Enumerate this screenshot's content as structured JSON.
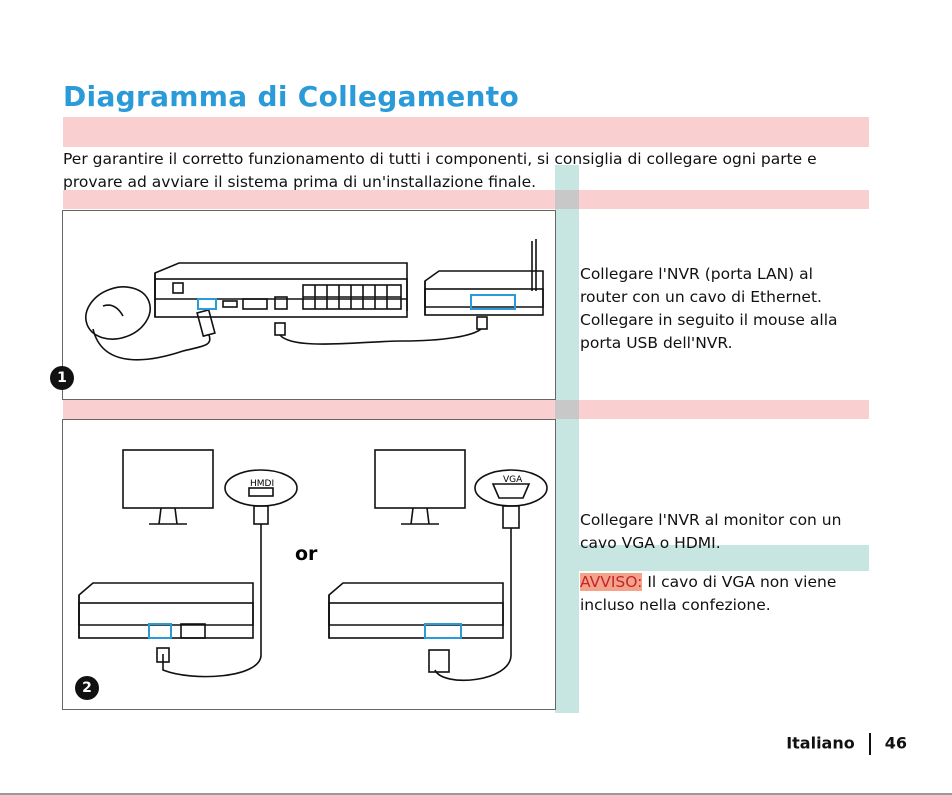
{
  "title": "Diagramma di Collegamento",
  "intro": "Per garantire il corretto funzionamento di tutti i componenti, si consiglia di collegare ogni parte e provare ad avviare il sistema prima di un'installazione finale.",
  "steps": [
    {
      "number": "1",
      "text": "Collegare l'NVR (porta LAN) al router con un cavo di Ethernet. Collegare in seguito il mouse alla porta USB dell'NVR."
    },
    {
      "number": "2",
      "text": "Collegare l'NVR al monitor con un cavo VGA o HDMI.",
      "warning_label": "AVVISO:",
      "warning_text": " Il cavo di VGA non viene incluso nella confezione."
    }
  ],
  "diagram_labels": {
    "hdmi": "HMDI",
    "vga": "VGA",
    "or": "or"
  },
  "footer": {
    "language": "Italiano",
    "page": "46"
  }
}
